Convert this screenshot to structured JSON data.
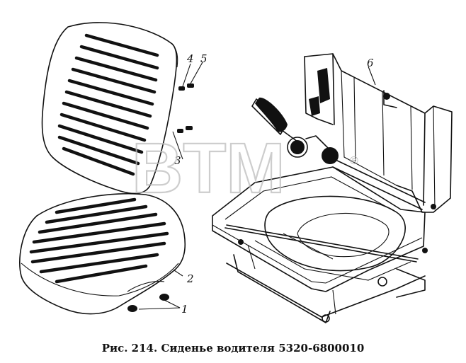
{
  "caption": "Рис. 214. Сиденье водителя 5320-6800010",
  "watermark": {
    "text": "BTM",
    "mark": "®"
  },
  "callouts": [
    "1",
    "2",
    "3",
    "4",
    "5",
    "6"
  ],
  "colors": {
    "ink": "#111111",
    "paper": "#ffffff",
    "watermark": "#bdbdbd"
  }
}
